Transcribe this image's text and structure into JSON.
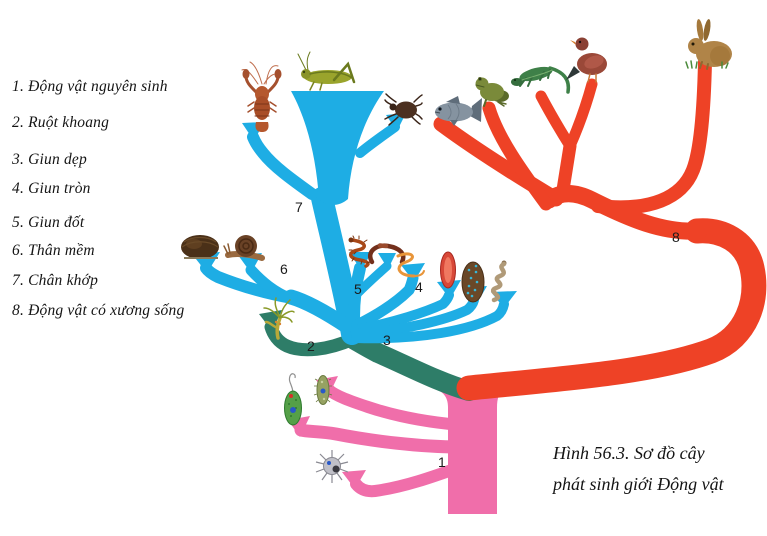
{
  "legend": {
    "items": [
      "1. Động vật nguyên sinh",
      "2. Ruột khoang",
      "3. Giun dẹp",
      "4. Giun tròn",
      "5. Giun đốt",
      "6. Thân mềm",
      "7. Chân khớp",
      "8. Động vật có xương sống"
    ]
  },
  "tree": {
    "branch_numbers": [
      "1",
      "2",
      "3",
      "4",
      "5",
      "6",
      "7",
      "8"
    ]
  },
  "caption": {
    "line1": "Hình 56.3. Sơ đồ cây",
    "line2": "phát sinh giới Động vật"
  },
  "colors": {
    "protozoa_branch": "#f06eaa",
    "coelenterata_branch": "#2e7d68",
    "invertebrate_branch": "#1eade4",
    "vertebrate_branch": "#ee4226"
  },
  "animal_icons": [
    "crayfish",
    "grasshopper",
    "tick",
    "fish",
    "frog",
    "lizard",
    "pigeon",
    "rabbit",
    "clam",
    "snail",
    "centipede",
    "earthworm",
    "roundworm",
    "liver-fluke",
    "planaria",
    "tapeworm",
    "hydra",
    "euglena",
    "paramecium",
    "radiolarian"
  ]
}
